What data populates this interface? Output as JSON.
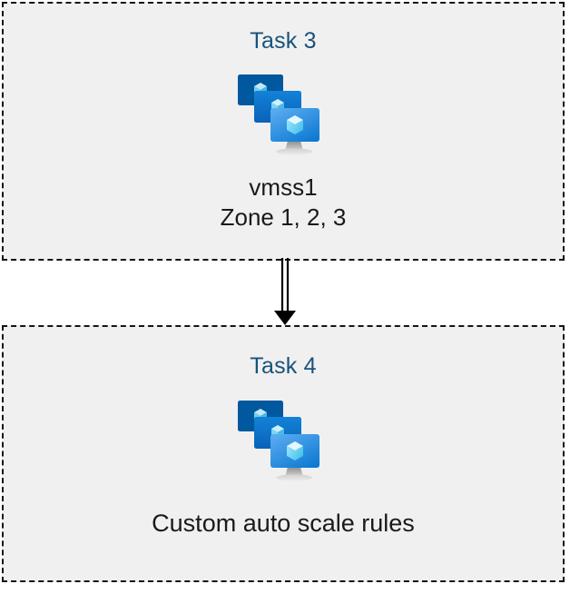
{
  "diagram": {
    "type": "flow",
    "background_color": "#ffffff",
    "box_fill_color": "#f0f0f0",
    "box_border_color": "#141414",
    "box_border_style": "dashed",
    "title_color": "#19527d",
    "caption_color": "#1a1a1a",
    "connector": {
      "name": "double-line-arrow",
      "direction": "down",
      "from": "task-3-box",
      "to": "task-4-box",
      "color": "#000000",
      "style": "double-line-with-solid-arrowhead"
    },
    "boxes": [
      {
        "id": "task-3",
        "title": "Task 3",
        "icon": "azure-vm-scale-set-icon",
        "caption": "vmss1\nZone 1, 2, 3",
        "caption_lines": [
          "vmss1",
          "Zone 1, 2, 3"
        ]
      },
      {
        "id": "task-4",
        "title": "Task 4",
        "icon": "azure-vm-scale-set-icon",
        "caption": "Custom auto scale rules",
        "caption_lines": [
          "Custom auto scale rules"
        ]
      }
    ]
  },
  "icon_palette": {
    "monitor_back": "#0058a0",
    "monitor_mid_top": "#0f7cd4",
    "monitor_mid_bottom": "#0a66bd",
    "monitor_front_top": "#50a5ef",
    "monitor_front_bottom": "#0f7cd4",
    "cube_light": "#d6f4ff",
    "cube_mid": "#7fdcf7",
    "cube_dark": "#3fc3ef",
    "stand_gray": "#c8c8c8"
  }
}
